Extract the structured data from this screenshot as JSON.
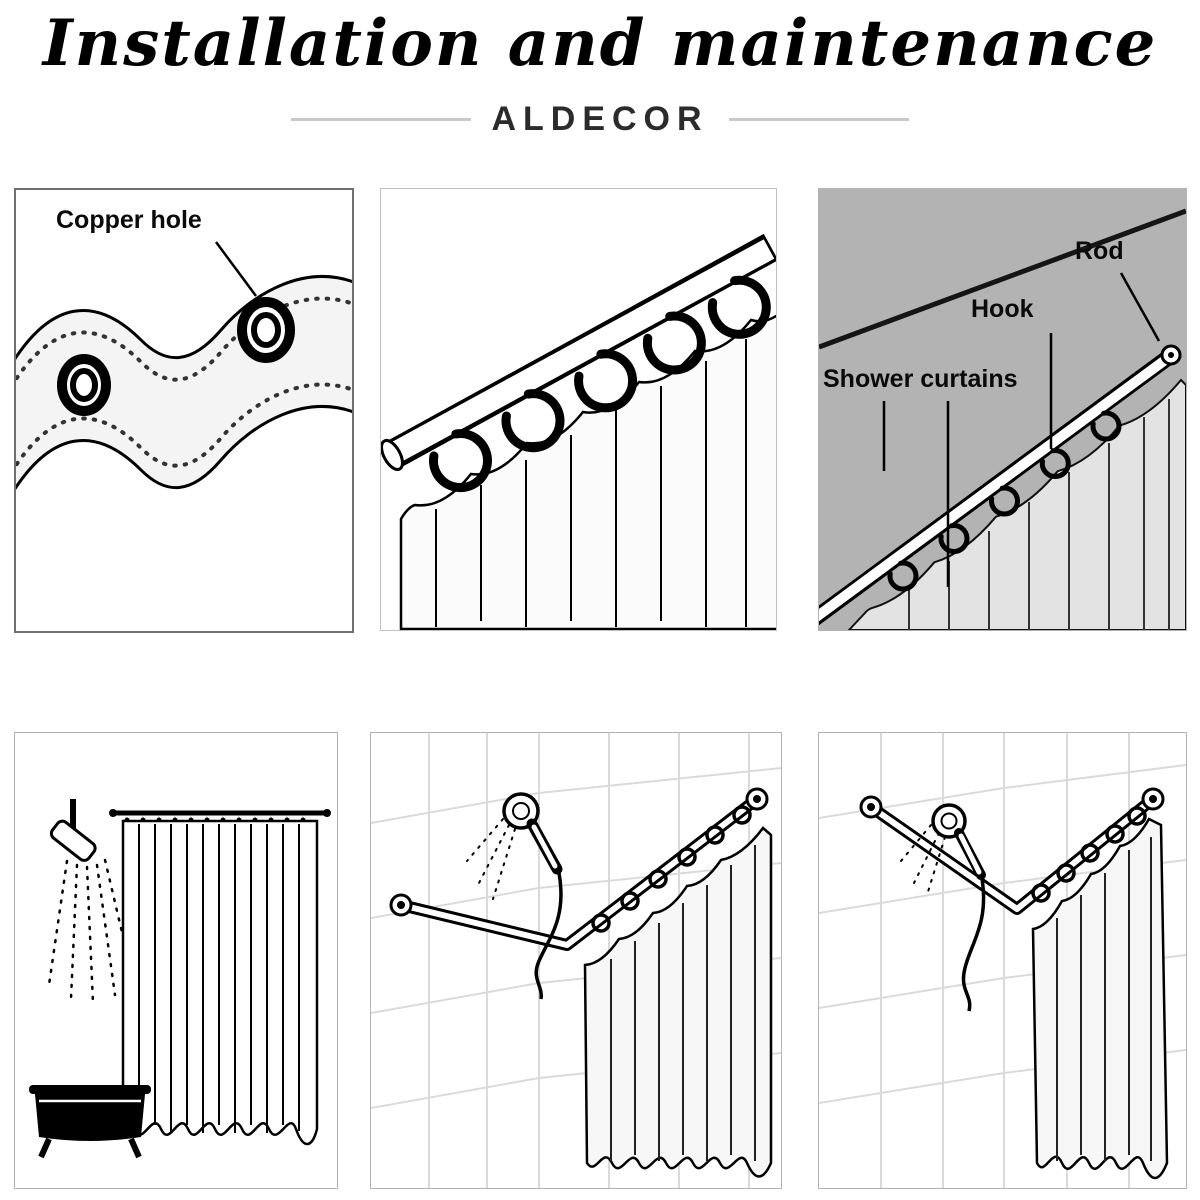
{
  "header": {
    "title": "Installation and maintenance",
    "brand": "ALDECOR"
  },
  "labels": {
    "copper_hole": "Copper hole",
    "rod": "Rod",
    "hook": "Hook",
    "shower_curtains": "Shower curtains"
  },
  "colors": {
    "ink": "#000000",
    "panel3_background": "#b3b3b3",
    "brand_line": "#c9c9c9",
    "tile_line": "#d8d8d8"
  }
}
